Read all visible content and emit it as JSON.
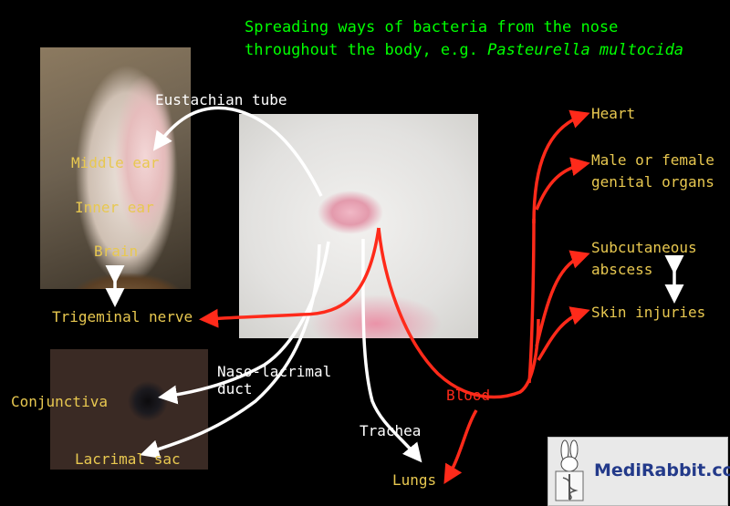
{
  "title": {
    "line1": "Spreading ways of bacteria from the nose",
    "line2_prefix": "throughout the body, e.g. ",
    "line2_species": "Pasteurella multocida"
  },
  "labels": {
    "eustachian_tube": "Eustachian tube",
    "middle_ear": "Middle ear",
    "inner_ear": "Inner ear",
    "brain": "Brain",
    "trigeminal_nerve": "Trigeminal nerve",
    "conjunctiva": "Conjunctiva",
    "lacrimal_sac": "Lacrimal sac",
    "naso_lacrimal_line1": "Naso-lacrimal",
    "naso_lacrimal_line2": "duct",
    "trachea": "Trachea",
    "lungs": "Lungs",
    "blood": "Blood",
    "heart": "Heart",
    "genital_line1": "Male or female",
    "genital_line2": "genital organs",
    "subcutaneous_line1": "Subcutaneous",
    "subcutaneous_line2": "abscess",
    "skin_injuries": "Skin injuries"
  },
  "logo": {
    "text": "MediRabbit.com"
  },
  "colors": {
    "title": "#00ff00",
    "labels": "#e8c850",
    "blood_route": "#ff2a1a",
    "white_route": "#ffffff",
    "background": "#000000"
  }
}
